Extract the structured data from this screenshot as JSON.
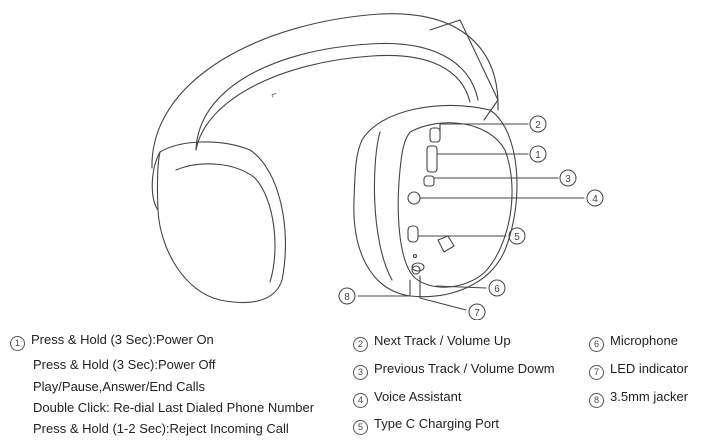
{
  "callouts": [
    "1",
    "2",
    "3",
    "4",
    "5",
    "6",
    "7",
    "8"
  ],
  "legend": {
    "item1": {
      "num": "1",
      "lines": [
        "Press & Hold (3 Sec):Power On",
        "Press & Hold (3 Sec):Power Off",
        "Play/Pause,Answer/End Calls",
        "Double Click: Re-dial Last Dialed Phone Number",
        "Press & Hold (1-2 Sec):Reject Incoming Call"
      ]
    },
    "item2": {
      "num": "2",
      "text": "Next Track  / Volume Up"
    },
    "item3": {
      "num": "3",
      "text": "Previous Track / Volume Dowm"
    },
    "item4": {
      "num": "4",
      "text": "Voice Assistant"
    },
    "item5": {
      "num": "5",
      "text": "Type C Charging Port"
    },
    "item6": {
      "num": "6",
      "text": "Microphone"
    },
    "item7": {
      "num": "7",
      "text": "LED indicator"
    },
    "item8": {
      "num": "8",
      "text": "3.5mm jacker"
    }
  },
  "band_marks": [
    "L"
  ]
}
